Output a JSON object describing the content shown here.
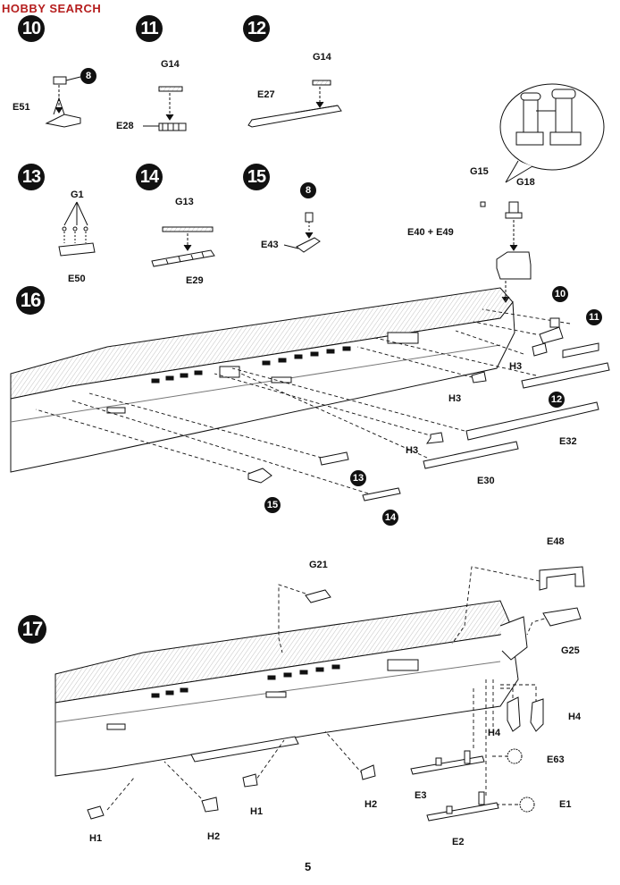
{
  "watermark": "HOBBY SEARCH",
  "page_number": "5",
  "steps": [
    "10",
    "11",
    "12",
    "13",
    "14",
    "15",
    "16",
    "17"
  ],
  "parts": {
    "e51": "E51",
    "g14a": "G14",
    "e28": "E28",
    "g14b": "G14",
    "e27": "E27",
    "g1": "G1",
    "e50": "E50",
    "g13": "G13",
    "e29": "E29",
    "e43": "E43",
    "g15": "G15",
    "g18": "G18",
    "e40": "E40 + E49",
    "h3a": "H3",
    "h3b": "H3",
    "h3c": "H3",
    "e32": "E32",
    "e30": "E30",
    "g21": "G21",
    "e48": "E48",
    "g25": "G25",
    "h4a": "H4",
    "h4b": "H4",
    "e63": "E63",
    "e3": "E3",
    "e1": "E1",
    "e2": "E2",
    "h1a": "H1",
    "h2a": "H2",
    "h1b": "H1",
    "h2b": "H2"
  },
  "refs": {
    "r8a": "8",
    "r8b": "8",
    "r10": "10",
    "r11": "11",
    "r12": "12",
    "r13": "13",
    "r14": "14",
    "r15": "15"
  }
}
